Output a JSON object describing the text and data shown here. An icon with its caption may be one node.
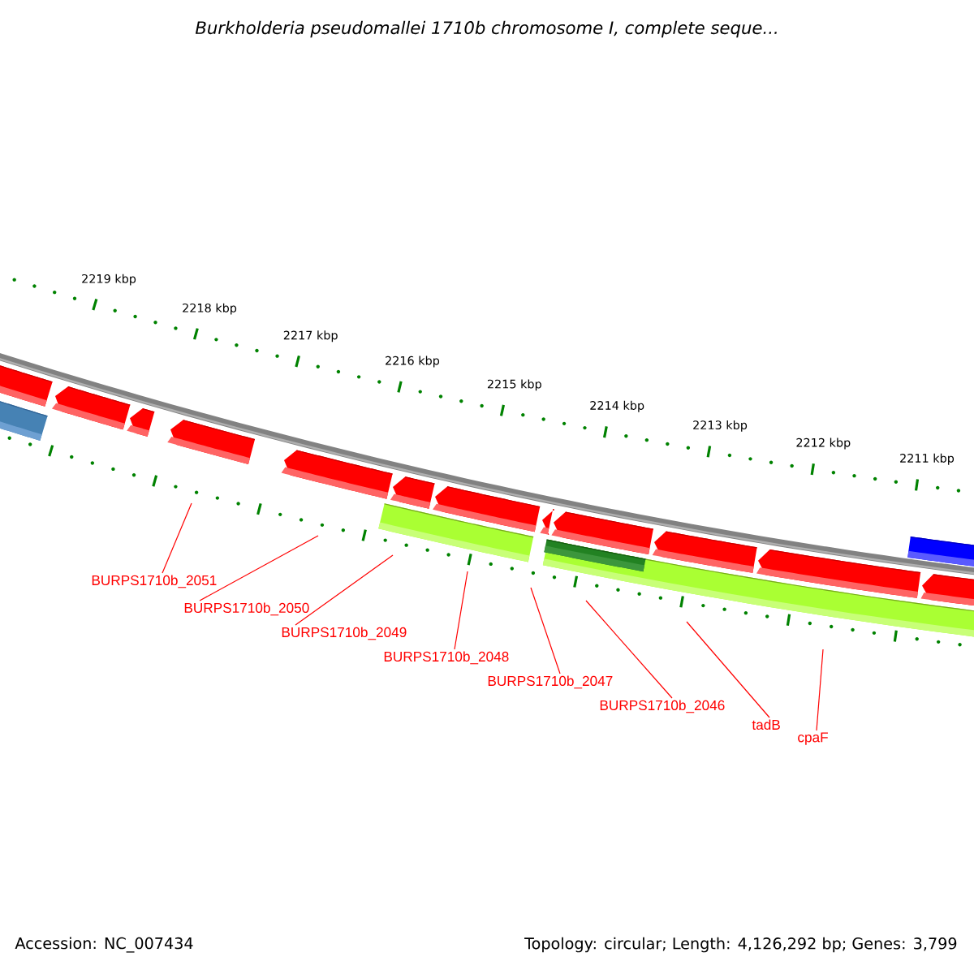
{
  "diagram": {
    "title": "Burkholderia pseudomallei 1710b chromosome I, complete seque...",
    "nodes": [
      {
        "text": [
          "BURPS1710b_2051"
        ]
      },
      {
        "text": [
          "BURPS1710b_2050"
        ]
      },
      {
        "text": [
          "BURPS1710b_2049"
        ]
      },
      {
        "text": [
          "BURPS1710b_2048"
        ]
      },
      {
        "text": [
          "BURPS1710b_2047"
        ]
      },
      {
        "text": [
          "BURPS1710b_2046"
        ]
      },
      {
        "text": [
          "tadB"
        ]
      },
      {
        "text": [
          "cpaF"
        ]
      }
    ],
    "edges": [
      {
        "from": 0,
        "to": null,
        "arrow": "none"
      },
      {
        "from": 1,
        "to": null,
        "arrow": "none"
      },
      {
        "from": 2,
        "to": null,
        "arrow": "none"
      },
      {
        "from": 3,
        "to": null,
        "arrow": "none"
      },
      {
        "from": 4,
        "to": null,
        "arrow": "none"
      },
      {
        "from": 5,
        "to": null,
        "arrow": "none"
      },
      {
        "from": 6,
        "to": null,
        "arrow": "none"
      },
      {
        "from": 7,
        "to": null,
        "arrow": "none"
      }
    ],
    "labels": [
      "2219 kbp",
      "2218 kbp",
      "2217 kbp",
      "2216 kbp",
      "2215 kbp",
      "2214 kbp",
      "2213 kbp",
      "2212 kbp",
      "2211 kbp",
      "Accession: NC_007434",
      "Topology: circular; Length: 4,126,292 bp; Genes: 3,799"
    ]
  }
}
